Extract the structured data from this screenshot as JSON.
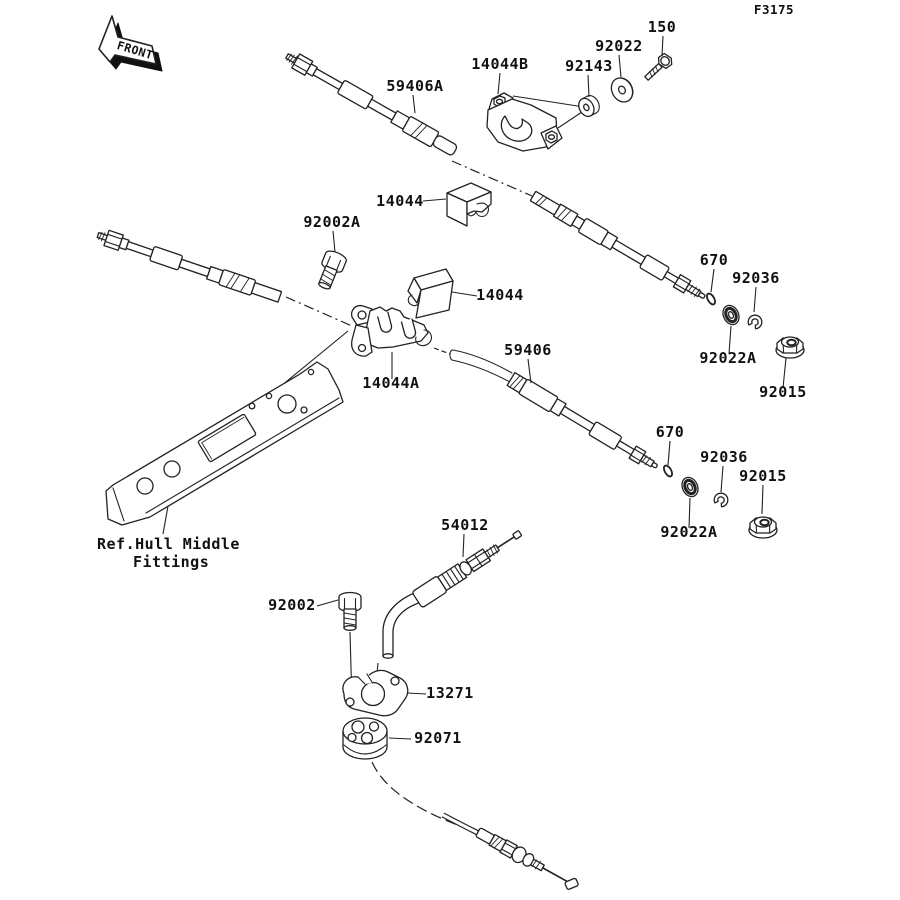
{
  "page": {
    "code": "F3175",
    "front_arrow": "FRONT",
    "background": "#ffffff",
    "line_color": "#222222"
  },
  "reference": {
    "line1": "Ref.Hull Middle",
    "line2": "Fittings"
  },
  "parts": {
    "p150": "150",
    "p92022": "92022",
    "p92143": "92143",
    "p14044b": "14044B",
    "p59406a": "59406A",
    "p14044_1": "14044",
    "p92002a": "92002A",
    "p14044_2": "14044",
    "p14044a": "14044A",
    "p59406": "59406",
    "p670_1": "670",
    "p92036_1": "92036",
    "p92022a_1": "92022A",
    "p92015_1": "92015",
    "p670_2": "670",
    "p92036_2": "92036",
    "p92015_2": "92015",
    "p92022a_2": "92022A",
    "p54012": "54012",
    "p92002": "92002",
    "p13271": "13271",
    "p92071": "92071"
  }
}
